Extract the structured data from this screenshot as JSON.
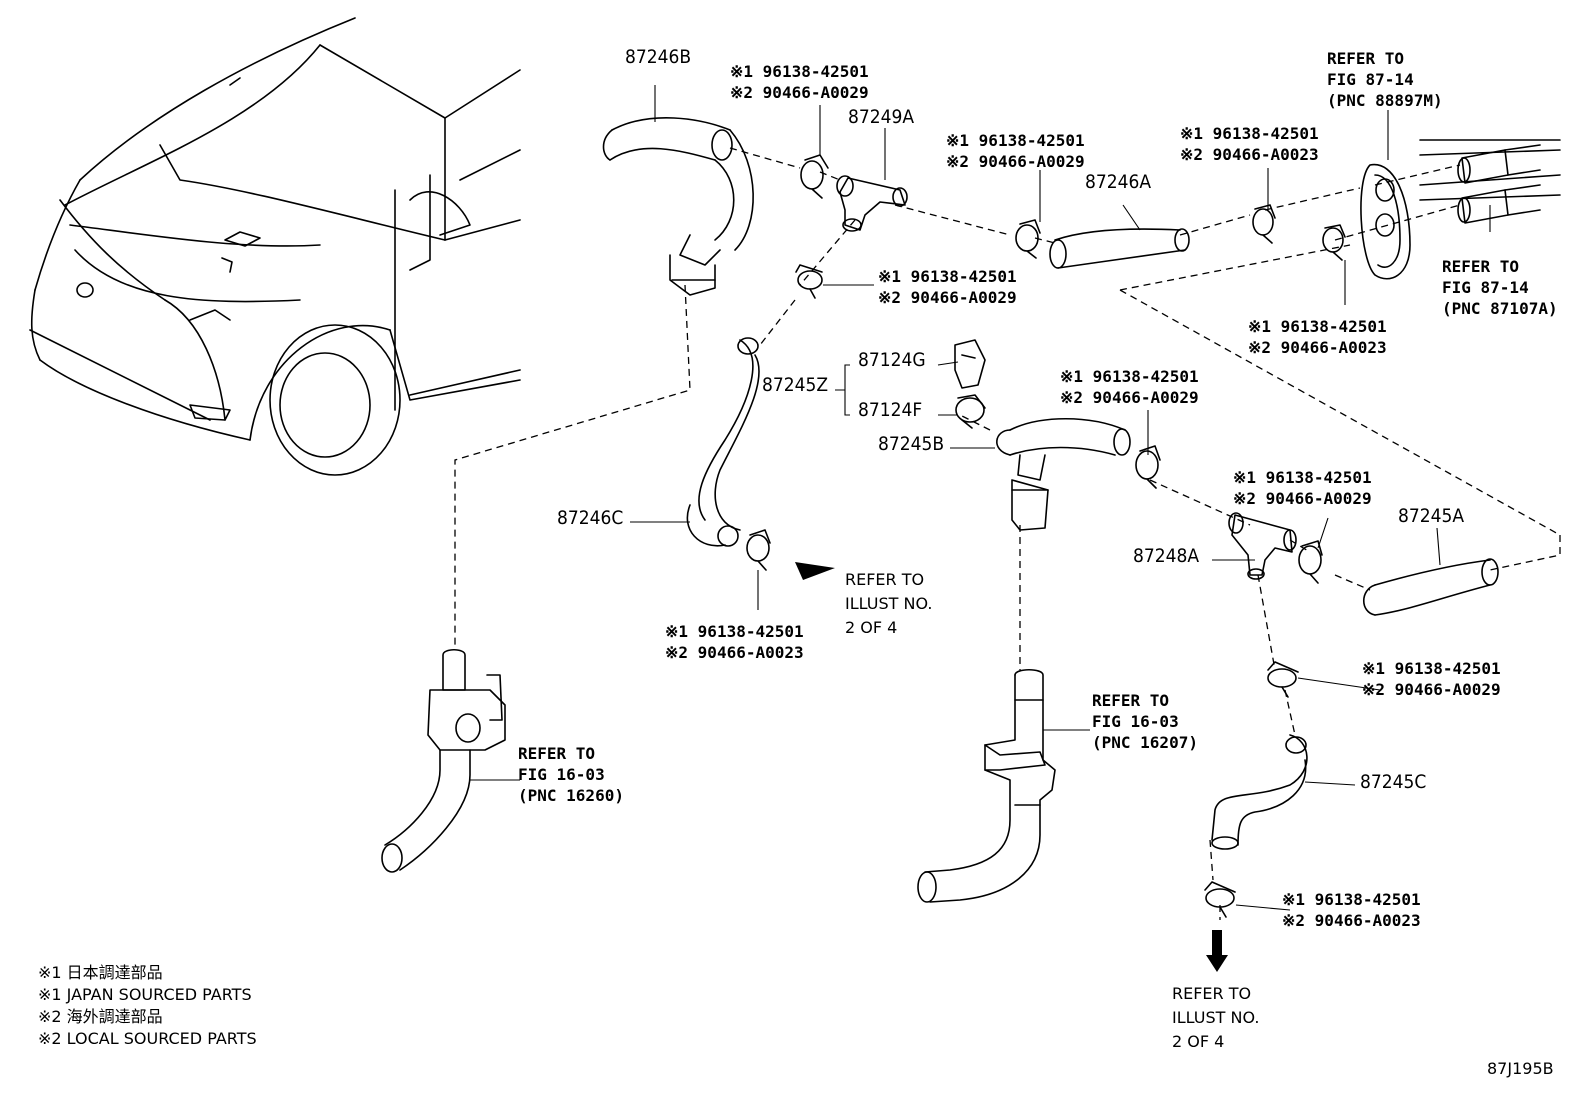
{
  "diagram_id": "87J195B",
  "part_labels": {
    "p87246B": "87246B",
    "p87249A": "87249A",
    "p87246A": "87246A",
    "p87124G": "87124G",
    "p87124F": "87124F",
    "p87245Z": "87245Z",
    "p87245B": "87245B",
    "p87246C": "87246C",
    "p87248A": "87248A",
    "p87245A": "87245A",
    "p87245C": "87245C"
  },
  "clamps": {
    "c1": [
      "※1 96138-42501",
      "※2 90466-A0029"
    ],
    "c2": [
      "※1 96138-42501",
      "※2 90466-A0029"
    ],
    "c3": [
      "※1 96138-42501",
      "※2 90466-A0023"
    ],
    "c4": [
      "※1 96138-42501",
      "※2 90466-A0029"
    ],
    "c5": [
      "※1 96138-42501",
      "※2 90466-A0023"
    ],
    "c6": [
      "※1 96138-42501",
      "※2 90466-A0029"
    ],
    "c7": [
      "※1 96138-42501",
      "※2 90466-A0023"
    ],
    "c8": [
      "※1 96138-42501",
      "※2 90466-A0029"
    ],
    "c9": [
      "※1 96138-42501",
      "※2 90466-A0029"
    ],
    "c10": [
      "※1 96138-42501",
      "※2 90466-A0023"
    ]
  },
  "refers": {
    "r_top": [
      "REFER TO",
      "FIG 87-14",
      "(PNC 88897M)"
    ],
    "r_right": [
      "REFER TO",
      "FIG 87-14",
      "(PNC 87107A)"
    ],
    "r_valve": [
      "REFER TO",
      "FIG 16-03",
      "(PNC 16260)"
    ],
    "r_mid": [
      "REFER TO",
      "FIG 16-03",
      "(PNC 16207)"
    ],
    "r_illust1": [
      "REFER TO",
      "ILLUST NO.",
      "2 OF 4"
    ],
    "r_illust2": [
      "REFER TO",
      "ILLUST NO.",
      "2 OF 4"
    ]
  },
  "legend": [
    "※1 日本調達部品",
    "※1 JAPAN SOURCED PARTS",
    "※2 海外調達部品",
    "※2 LOCAL SOURCED PARTS"
  ]
}
